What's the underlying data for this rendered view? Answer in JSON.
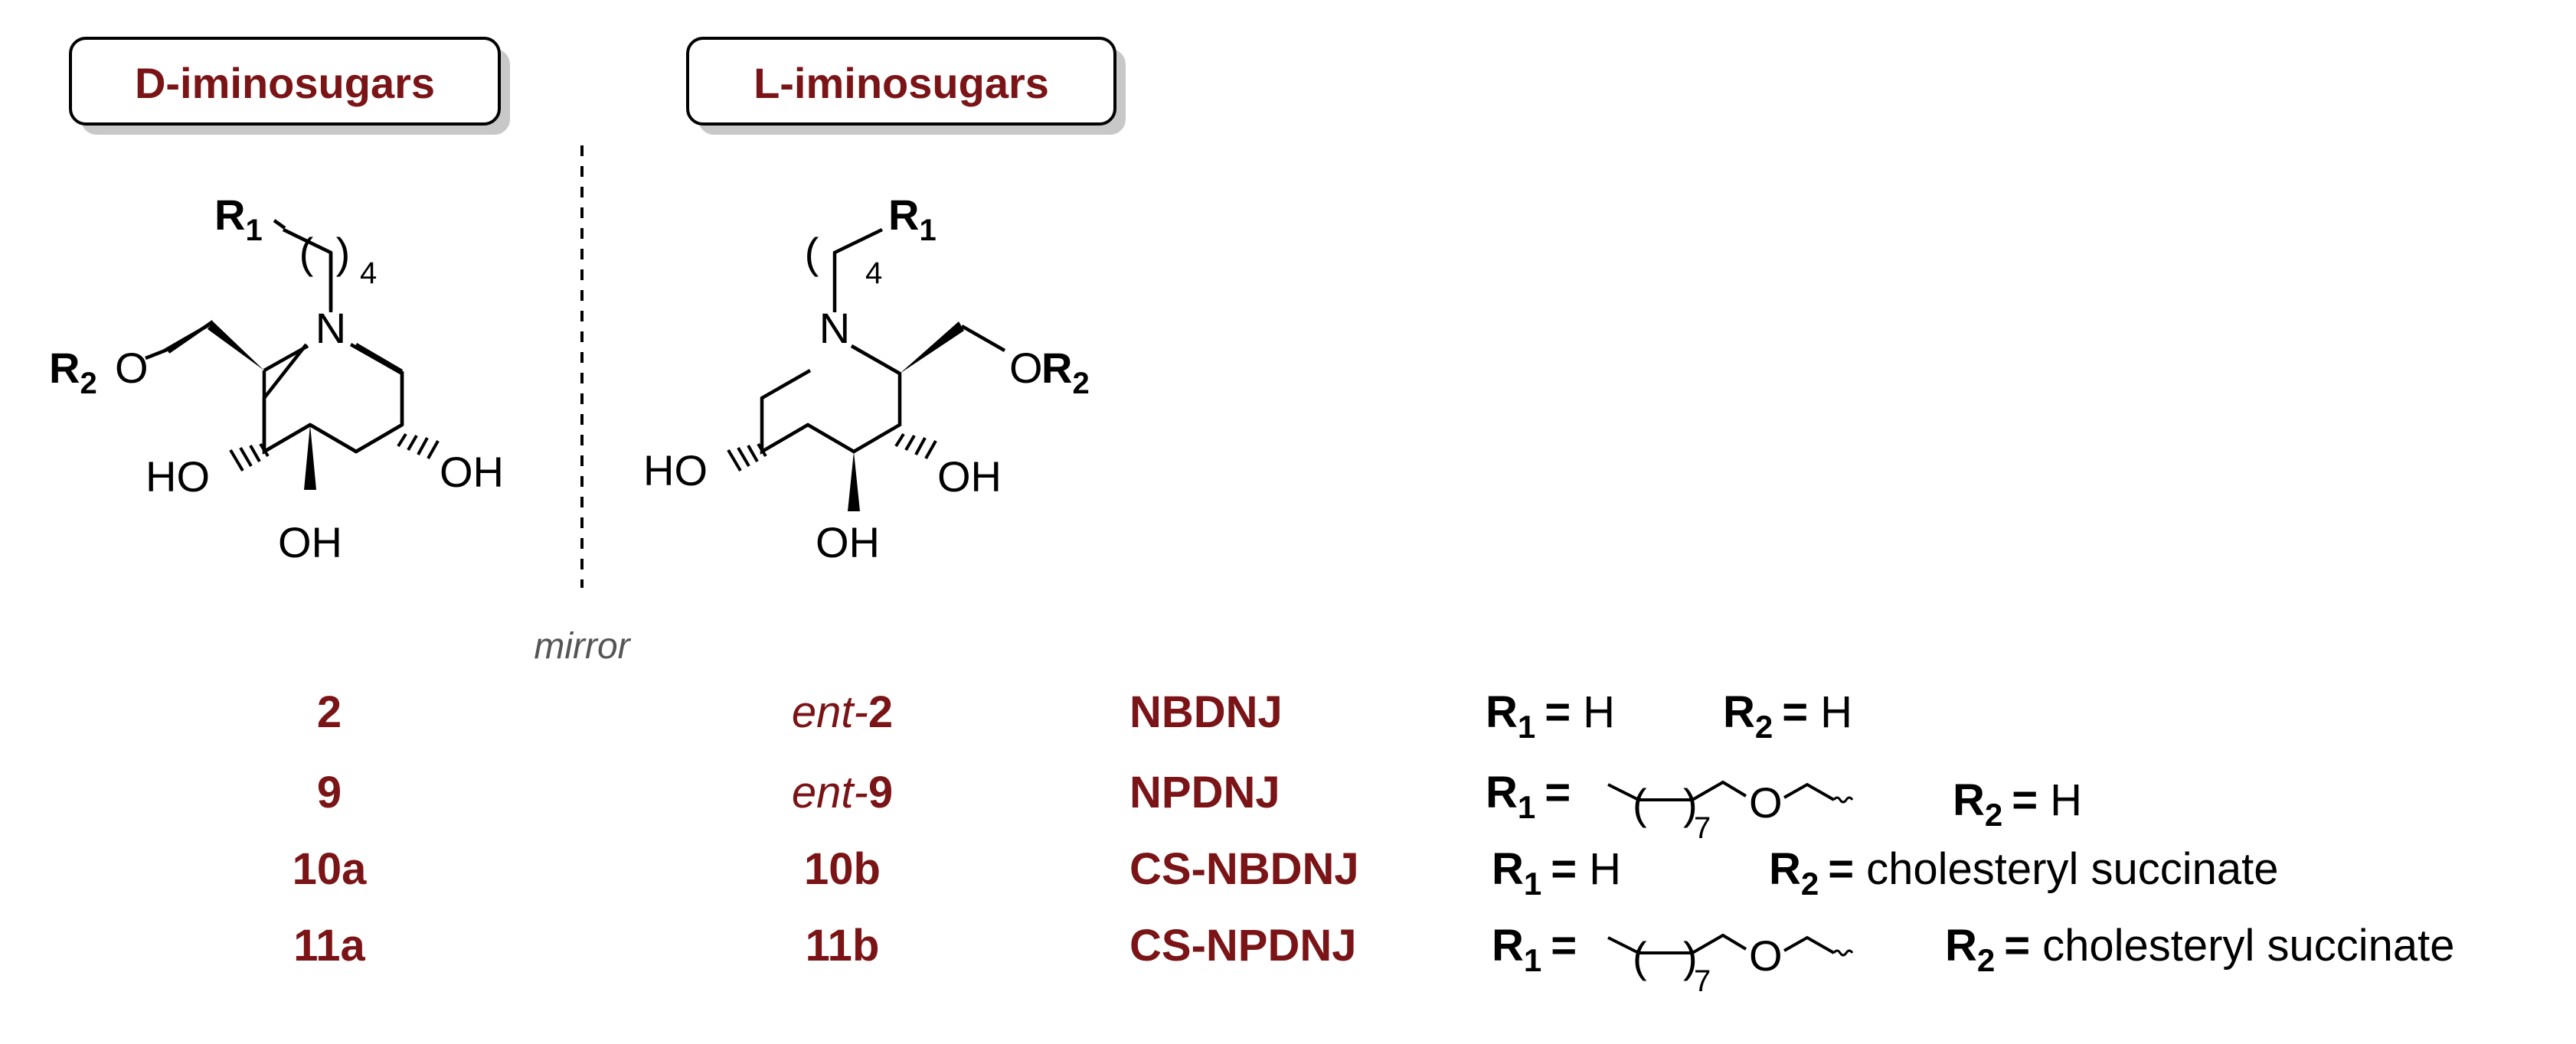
{
  "colors": {
    "accent": "#7a1416",
    "text": "#000000",
    "box_shadow": "#c8c8c8",
    "mirror_text": "#555555"
  },
  "headers": {
    "d_series": "D-iminosugars",
    "l_series": "L-iminosugars"
  },
  "mirror_label": "mirror",
  "structure_labels": {
    "r1": "R",
    "r1_sub": "1",
    "r2": "R",
    "r2_sub": "2",
    "n": "N",
    "o": "O",
    "ho": "HO",
    "oh": "OH",
    "rep": "4",
    "paren_open": "(",
    "paren_close": ")"
  },
  "rows": [
    {
      "d_id": "2",
      "l_prefix": "ent-",
      "l_id": "2",
      "name": "NBDNJ",
      "r1_value": "H",
      "r1_chain": false,
      "r2_value": "H"
    },
    {
      "d_id": "9",
      "l_prefix": "ent-",
      "l_id": "9",
      "name": "NPDNJ",
      "r1_value": "",
      "r1_chain": true,
      "r2_value": "H"
    },
    {
      "d_id": "10a",
      "l_prefix": "",
      "l_id": "10b",
      "name": "CS-NBDNJ",
      "r1_value": "H",
      "r1_chain": false,
      "r2_value": "cholesteryl succinate"
    },
    {
      "d_id": "11a",
      "l_prefix": "",
      "l_id": "11b",
      "name": "CS-NPDNJ",
      "r1_value": "",
      "r1_chain": true,
      "r2_value": "cholesteryl succinate"
    }
  ],
  "table_labels": {
    "r": "R",
    "sub1": "1",
    "sub2": "2",
    "eq": "=",
    "chain_o": "O",
    "chain_rep": "7"
  }
}
